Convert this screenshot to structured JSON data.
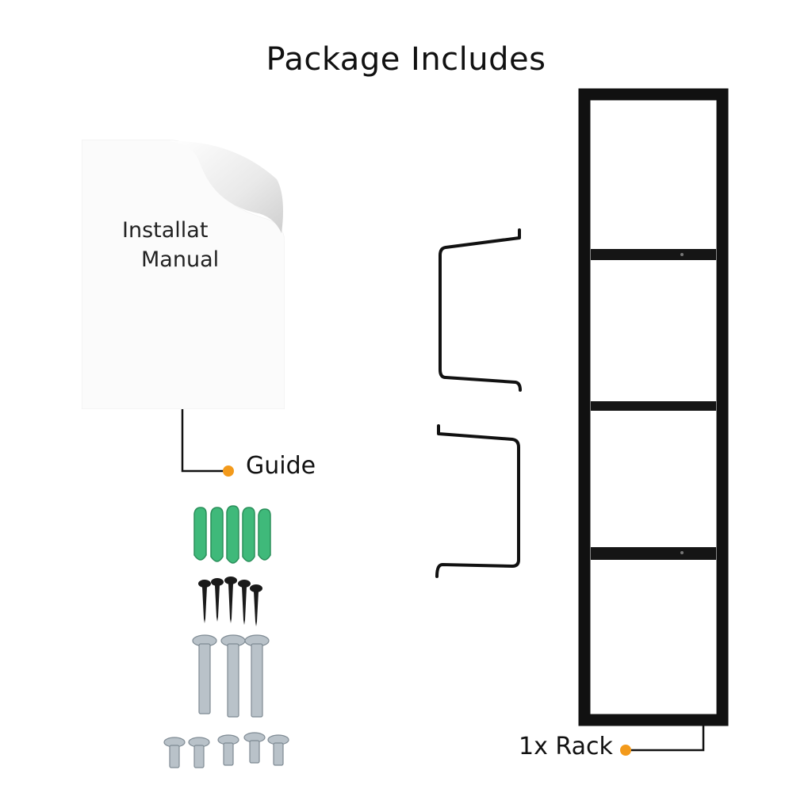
{
  "title": "Package Includes",
  "manual": {
    "line1": "Installat",
    "line2": "Manual"
  },
  "callouts": {
    "guide": "Guide",
    "rack": "1x Rack"
  },
  "colors": {
    "accent_dot": "#f39a1b",
    "anchor_green": "#3fb97a",
    "rack_black": "#111111",
    "bolt_silver": "#b9c2c9"
  },
  "icons": [
    "manual-page-icon",
    "hook-bracket-icon",
    "wall-anchor-icon",
    "screw-icon",
    "bolt-icon",
    "rack-icon"
  ]
}
